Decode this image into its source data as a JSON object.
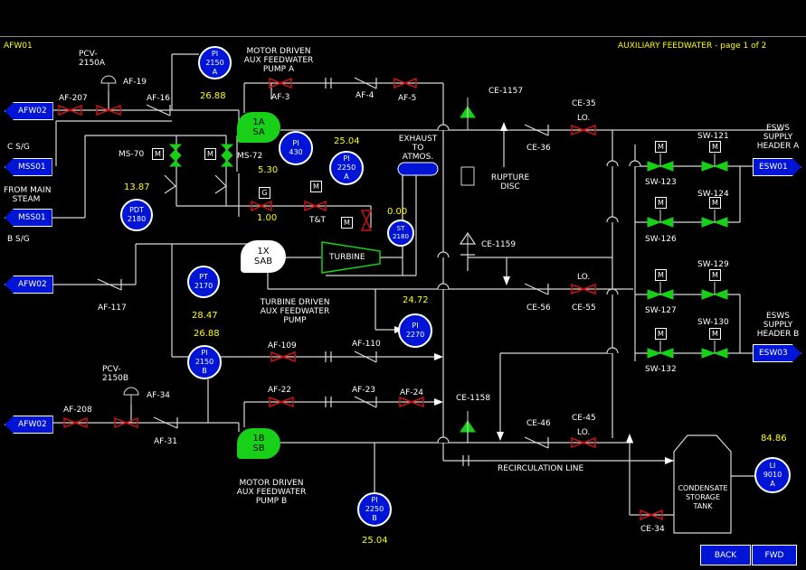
{
  "header": {
    "screen_id": "AFW01",
    "title": "AUXILIARY FEEDWATER - page 1 of 2"
  },
  "colors": {
    "line": "#d8d8d8",
    "valve_closed": "#c81414",
    "valve_open": "#18d018",
    "gauge_fill": "#0014d6",
    "value_text": "#ffff00"
  },
  "offpage": {
    "afw02_top": "AFW02",
    "mss01_csg": "MSS01",
    "mss01_bsg": "MSS01",
    "afw02_mid": "AFW02",
    "afw02_bottom": "AFW02",
    "esw01": "ESW01",
    "esw03": "ESW03"
  },
  "labels": {
    "pcv_2150a": "PCV-\n2150A",
    "af19": "AF-19",
    "af207": "AF-207",
    "af16": "AF-16",
    "motor_pump_a": "MOTOR DRIVEN\nAUX FEEDWATER\nPUMP A",
    "af3": "AF-3",
    "af4": "AF-4",
    "af5": "AF-5",
    "ce1157": "CE-1157",
    "ce35": "CE-35",
    "lo_35": "LO.",
    "ce36": "CE-36",
    "csg": "C S/G",
    "ms70": "MS-70",
    "ms72": "MS-72",
    "from_main_steam": "FROM MAIN\nSTEAM",
    "bsg": "B S/G",
    "tt": "T&T",
    "exhaust": "EXHAUST\nTO\nATMOS.",
    "rupture_disc": "RUPTURE\nDISC",
    "esws_a": "ESWS\nSUPPLY\nHEADER A",
    "sw121": "SW-121",
    "sw123": "SW-123",
    "sw124": "SW-124",
    "sw126": "SW-126",
    "ce1159": "CE-1159",
    "turbine": "TURBINE",
    "sab": "1X\nSAB",
    "af117": "AF-117",
    "turbine_pump": "TURBINE DRIVEN\nAUX FEEDWATER\nPUMP",
    "lo_55": "LO.",
    "ce56": "CE-56",
    "ce55": "CE-55",
    "sw129": "SW-129",
    "sw127": "SW-127",
    "esws_b": "ESWS\nSUPPLY\nHEADER B",
    "sw130": "SW-130",
    "sw132": "SW-132",
    "af109": "AF-109",
    "af110": "AF-110",
    "pcv_2150b": "PCV-\n2150B",
    "af34": "AF-34",
    "af22": "AF-22",
    "af23": "AF-23",
    "af24": "AF-24",
    "ce1158": "CE-1158",
    "af208": "AF-208",
    "af31": "AF-31",
    "ce46": "CE-46",
    "ce45": "CE-45",
    "lo_45": "LO.",
    "recirc": "RECIRCULATION LINE",
    "motor_pump_b": "MOTOR DRIVEN\nAUX FEEDWATER\nPUMP B",
    "cst": "CONDENSATE\nSTORAGE\nTANK",
    "ce34": "CE-34",
    "pump_1a": "1A\nSA",
    "pump_1b": "1B\nSB",
    "m": "M",
    "g": "G"
  },
  "gauges": {
    "pi2150a": {
      "l1": "PI",
      "l2": "2150",
      "l3": "A",
      "value": "26.88"
    },
    "pi430": {
      "l1": "PI",
      "l2": "430",
      "l3": "",
      "value": "5.30"
    },
    "pi2250a": {
      "l1": "PI",
      "l2": "2250",
      "l3": "A",
      "value": "25.04"
    },
    "pdt2180": {
      "l1": "PDT",
      "l2": "2180",
      "l3": "",
      "value": "13.87"
    },
    "st2180": {
      "l1": "ST",
      "l2": "2180",
      "l3": "",
      "value": "0.00"
    },
    "pt2170": {
      "l1": "PT",
      "l2": "2170",
      "l3": "",
      "value": "28.47"
    },
    "pi2270": {
      "l1": "PI",
      "l2": "2270",
      "l3": "",
      "value": "24.72"
    },
    "pi2150b": {
      "l1": "PI",
      "l2": "2150",
      "l3": "B",
      "value": "26.88"
    },
    "pi2250b": {
      "l1": "PI",
      "l2": "2250",
      "l3": "B",
      "value": "25.04"
    },
    "li9010a": {
      "l1": "LI",
      "l2": "9010",
      "l3": "A",
      "value": "84.86"
    }
  },
  "values": {
    "governor": "1.00"
  },
  "nav": {
    "back": "BACK",
    "fwd": "FWD"
  }
}
